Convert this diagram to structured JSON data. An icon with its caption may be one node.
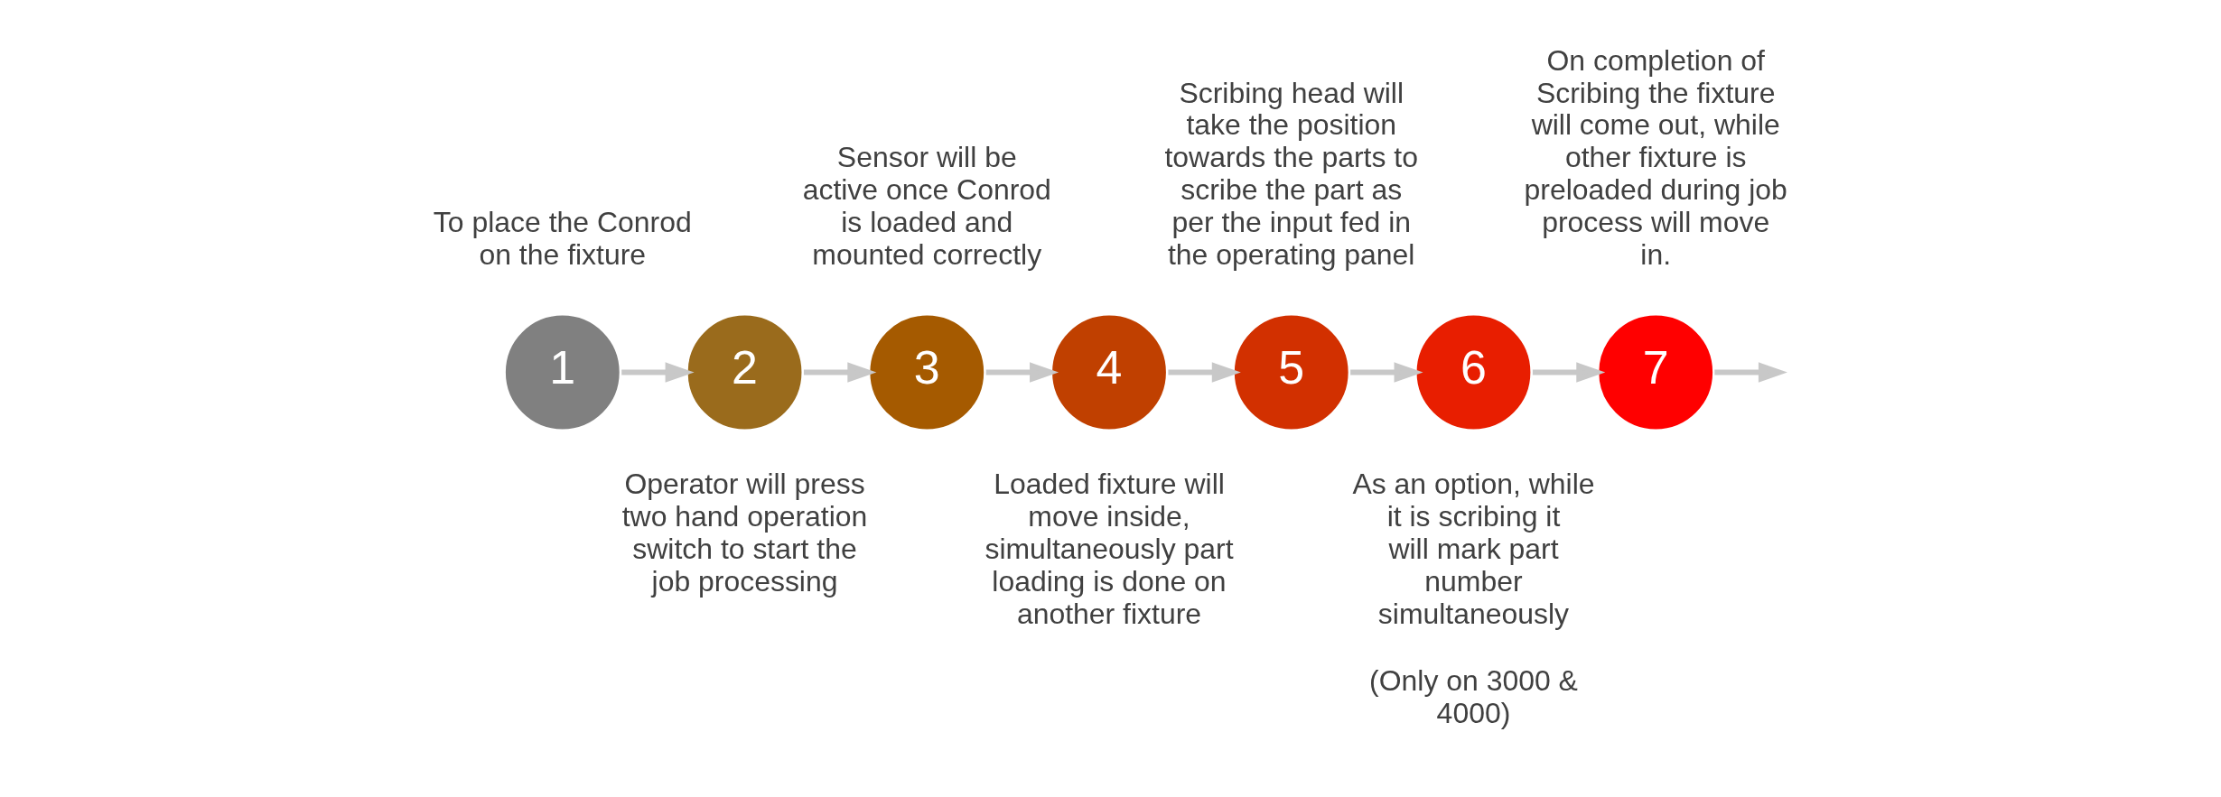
{
  "diagram": {
    "nodes": [
      {
        "text": [
          "1"
        ],
        "beside": [
          "To place the Conrod on the fixture"
        ]
      },
      {
        "text": [
          "2"
        ],
        "beside": [
          "Operator will press two hand operation switch to start the job processing"
        ]
      },
      {
        "text": [
          "3"
        ],
        "beside": [
          "Sensor will be active once Conrod is loaded and mounted correctly"
        ]
      },
      {
        "text": [
          "4"
        ],
        "beside": [
          "Loaded fixture will move inside, simultaneously part loading is done on another fixture"
        ]
      },
      {
        "text": [
          "5"
        ],
        "beside": [
          "Scribing head will take the position towards the parts to scribe the part as per the input fed in the operating panel"
        ]
      },
      {
        "text": [
          "6"
        ],
        "beside": [
          "As an option, while it is scribing it will mark part number simultaneously",
          "(Only on 3000 & 4000)"
        ]
      },
      {
        "text": [
          "7"
        ],
        "beside": [
          "On completion of Scribing the fixture will come out, while other fixture is preloaded during job process will move in."
        ]
      }
    ],
    "edges": [
      {
        "from": 0,
        "to": 1,
        "arrow": "to"
      },
      {
        "from": 1,
        "to": 2,
        "arrow": "to"
      },
      {
        "from": 2,
        "to": 3,
        "arrow": "to"
      },
      {
        "from": 3,
        "to": 4,
        "arrow": "to"
      },
      {
        "from": 4,
        "to": 5,
        "arrow": "to"
      },
      {
        "from": 5,
        "to": 6,
        "arrow": "to"
      },
      {
        "from": 6,
        "to": null,
        "arrow": "to"
      }
    ]
  }
}
